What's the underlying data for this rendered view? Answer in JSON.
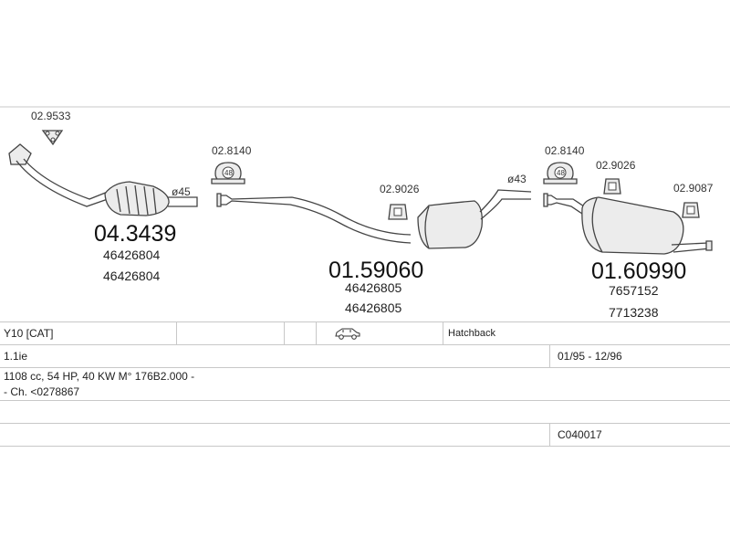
{
  "parts": {
    "gasket_1": "02.9533",
    "catalyst": "04.3439",
    "catalyst_oe_1": "46426804",
    "catalyst_oe_2": "46426804",
    "diameter_1": "ø45",
    "clamp_1": "02.8140",
    "clamp_1_badge": "48",
    "hanger_1": "02.9026",
    "middle_silencer": "01.59060",
    "middle_oe_1": "46426805",
    "middle_oe_2": "46426805",
    "diameter_2": "ø43",
    "clamp_2": "02.8140",
    "clamp_2_badge": "48",
    "hanger_2": "02.9026",
    "hanger_3": "02.9087",
    "rear_silencer": "01.60990",
    "rear_oe_1": "7657152",
    "rear_oe_2": "7713238"
  },
  "vehicle": {
    "model": "Y10  [CAT]",
    "body_type": "Hatchback",
    "engine": "1.1ie",
    "production": "01/95 - 12/96",
    "spec": "1108 cc, 54 HP, 40 KW M° 176B2.000 -",
    "chassis": "- Ch. <0278867",
    "code": "C040017"
  },
  "icons": {
    "body": "hatchback-car-icon"
  },
  "colors": {
    "line": "#444444",
    "part_fill": "#ececec",
    "grid": "#c8c8c8"
  }
}
